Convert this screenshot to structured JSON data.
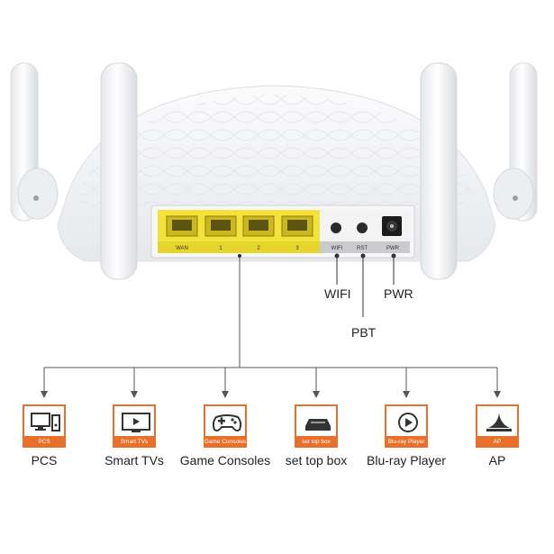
{
  "router": {
    "port_labels": [
      "WAN",
      "1",
      "2",
      "3"
    ],
    "panel_labels": [
      "WIFI",
      "RST",
      "PWR"
    ]
  },
  "callouts": {
    "wifi": "WIFI",
    "pwr": "PWR",
    "pbt": "PBT"
  },
  "devices": [
    {
      "tag": "PCS",
      "label": "PCS",
      "icon": "pc-icon"
    },
    {
      "tag": "Smart TVs",
      "label": "Smart TVs",
      "icon": "tv-icon"
    },
    {
      "tag": "Game Consoles",
      "label": "Game Consoles",
      "icon": "gamepad-icon"
    },
    {
      "tag": "set top box",
      "label": "set top box",
      "icon": "set-top-box-icon"
    },
    {
      "tag": "Blu-ray Player",
      "label": "Blu-ray Player",
      "icon": "play-icon"
    },
    {
      "tag": "AP",
      "label": "AP",
      "icon": "access-point-icon"
    }
  ],
  "colors": {
    "accent": "#e8702a",
    "port_yellow": "#f2e23a",
    "router_white": "#f4f5f7"
  }
}
